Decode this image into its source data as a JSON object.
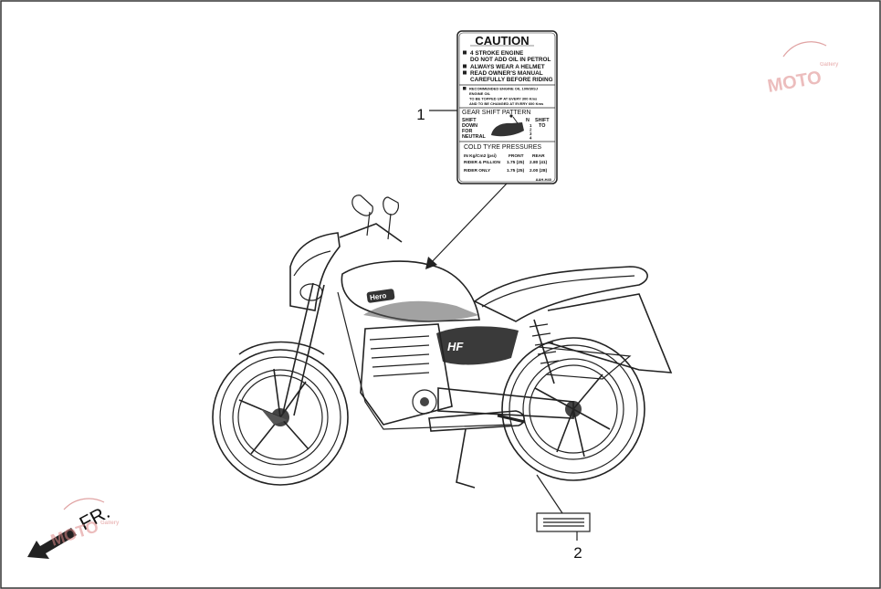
{
  "caution_label": {
    "title": "CAUTION",
    "warnings": [
      "4 STROKE ENGINE",
      "DO NOT ADD OIL IN PETROL",
      "ALWAYS WEAR A HELMET",
      "READ OWNER'S MANUAL",
      "CAREFULLY BEFORE RIDING"
    ],
    "oil_lines": [
      "RECOMMENDED ENGINE OIL 10W30SJ",
      "ENGINE OIL",
      "TO BE TOPPED UP AT EVERY 300 Kms",
      "AND TO BE CHANGED AT EVERY 600 Kms"
    ],
    "gear_title": "GEAR SHIFT PATTERN",
    "gear_left": [
      "SHIFT",
      "DOWN",
      "FOR",
      "NEUTRAL"
    ],
    "gear_right": [
      "SHIFT",
      "TO"
    ],
    "gear_n": "N",
    "gear_numbers": [
      "1",
      "2",
      "3",
      "4"
    ],
    "tyre_title": "COLD TYRE PRESSURES",
    "tyre_header": [
      "IN Kg/Cm2 (psi)",
      "FRONT",
      "REAR"
    ],
    "tyre_rows": [
      [
        "RIDER & PILLION",
        "1.75 (25)",
        "2.80 (41)"
      ],
      [
        "RIDER ONLY",
        "1.75 (25)",
        "2.00 (28)"
      ]
    ],
    "part_code": "AAH-H40"
  },
  "callouts": {
    "label_1": "1",
    "label_2": "2"
  },
  "direction": {
    "text": "FR."
  },
  "bike": {
    "brand": "Hero",
    "tank_model": "HF"
  },
  "watermark": {
    "text": "MOTO",
    "sub": "Gallery"
  }
}
